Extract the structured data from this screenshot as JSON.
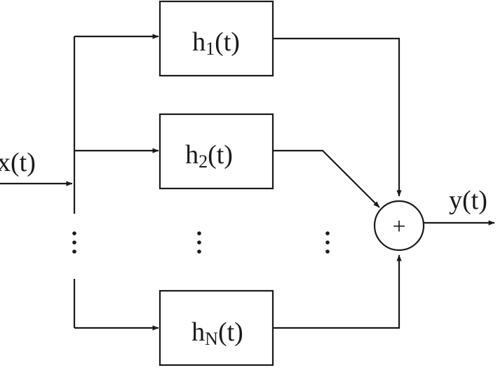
{
  "input_label": "x(t)",
  "output_label": "y(t)",
  "filters": [
    {
      "base": "h",
      "sub": "1",
      "arg": "(t)"
    },
    {
      "base": "h",
      "sub": "2",
      "arg": "(t)"
    },
    {
      "base": "h",
      "sub": "N",
      "arg": "(t)"
    }
  ],
  "summer_symbol": "+",
  "ellipsis_symbol": "⋮"
}
